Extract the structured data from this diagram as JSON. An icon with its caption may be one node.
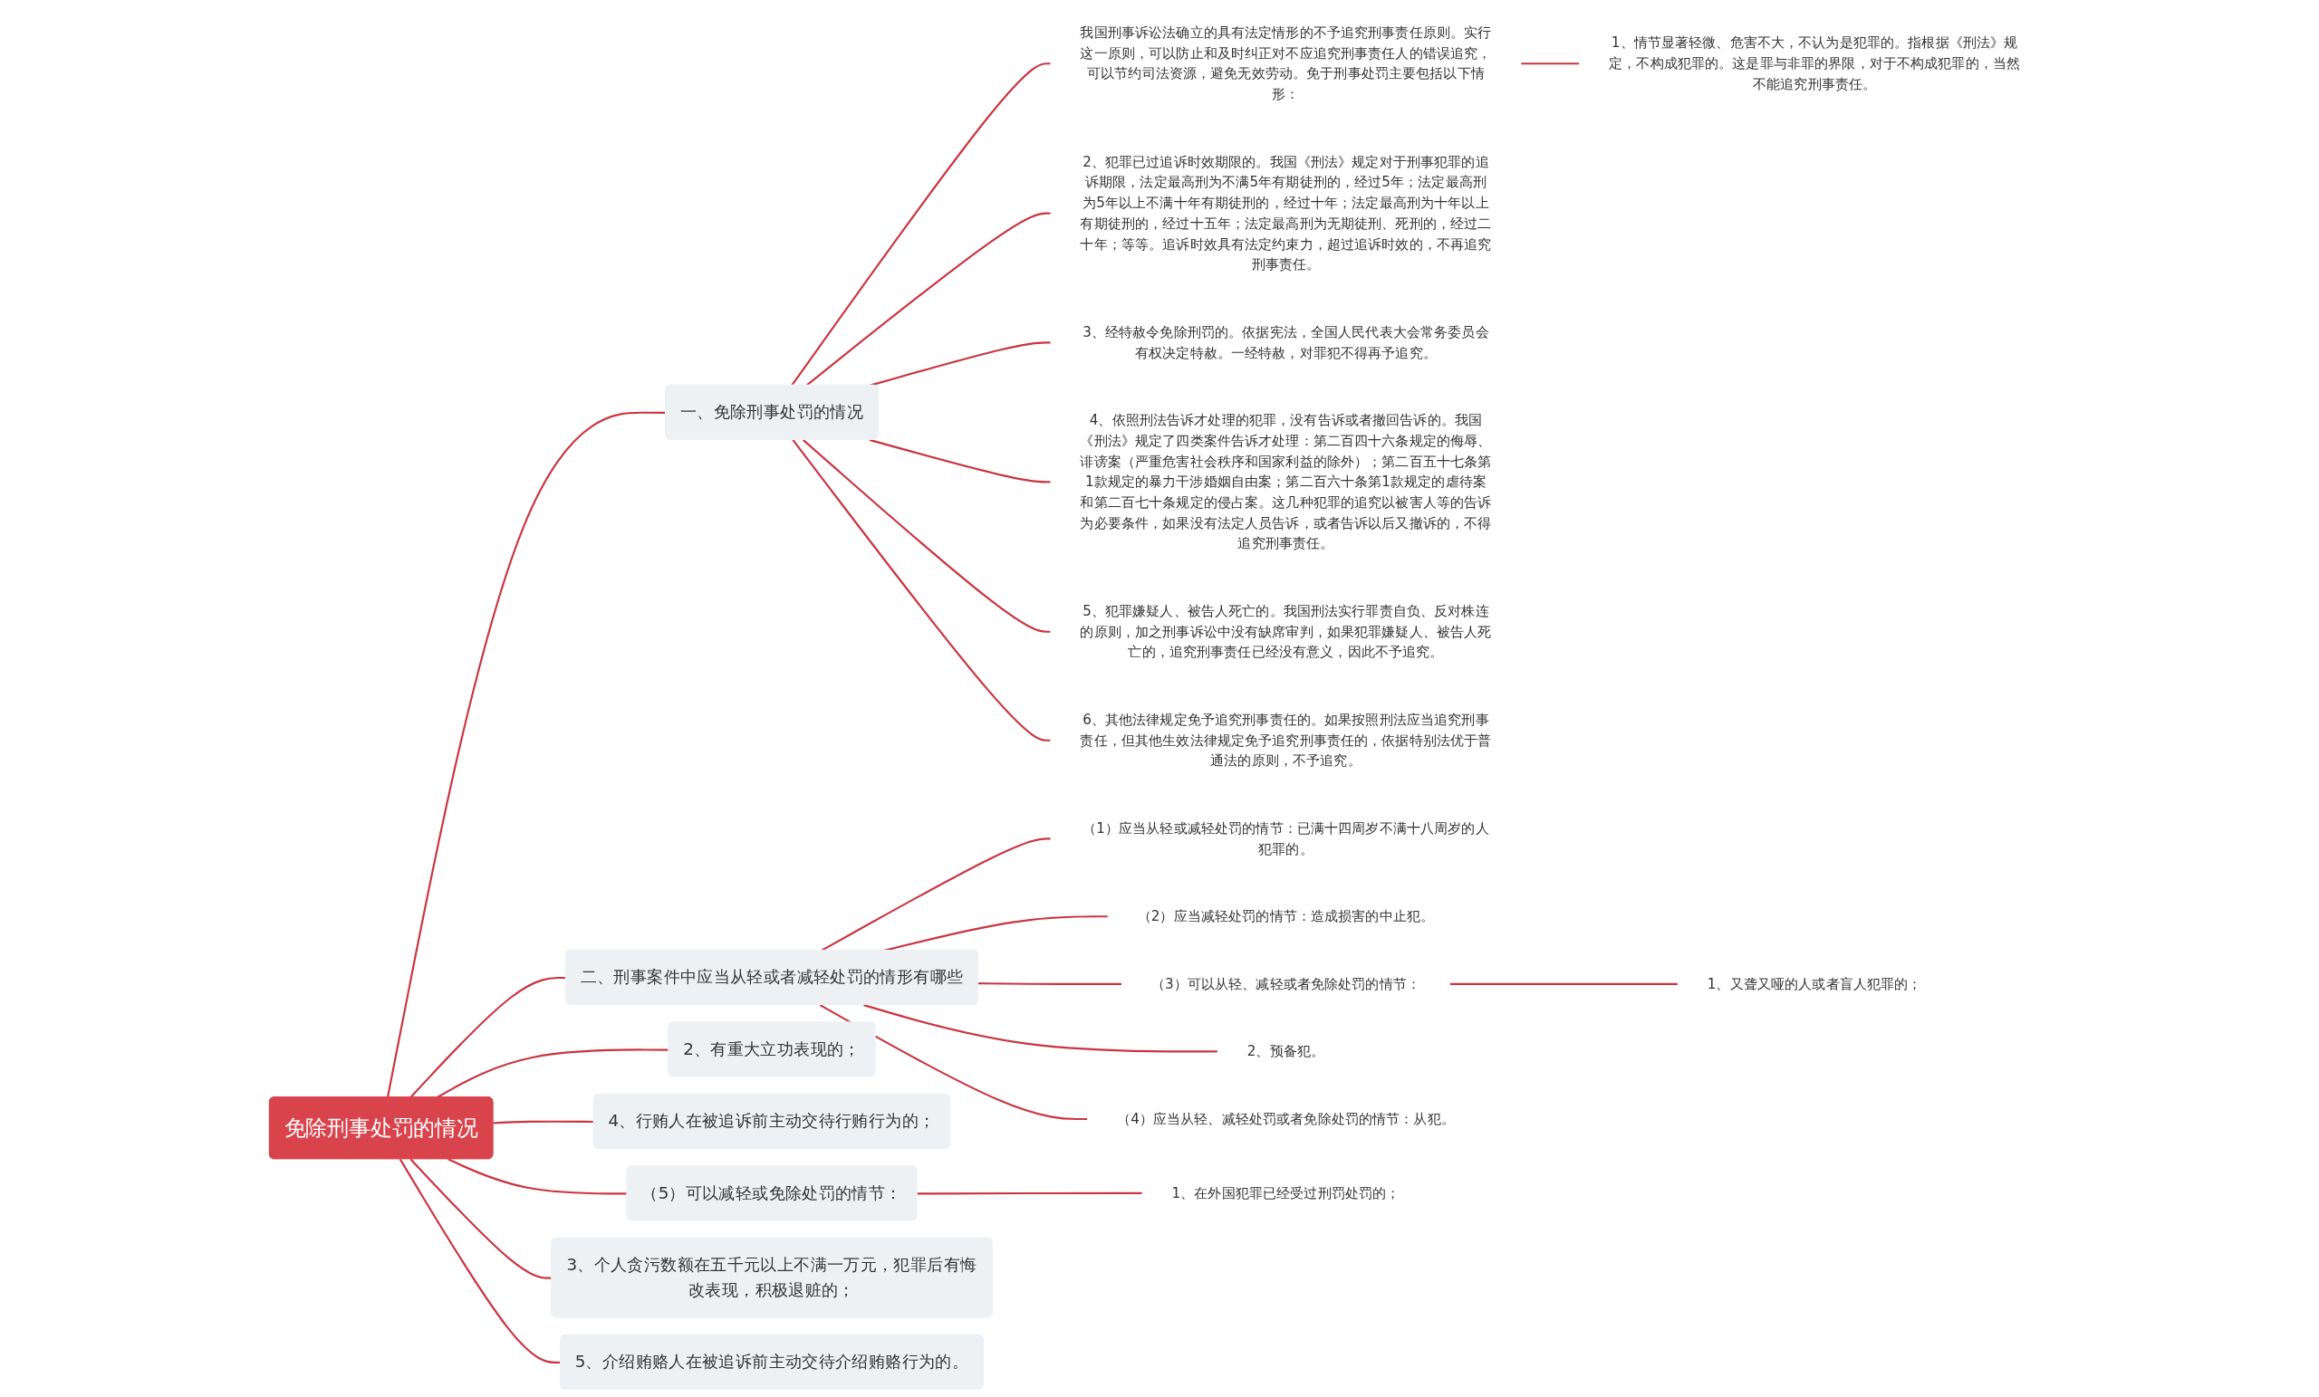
{
  "diagram": {
    "nodes": [
      {
        "text": [
          "免除刑事处罚的情况"
        ]
      },
      {
        "text": [
          "一、免除刑事处罚的情况"
        ]
      },
      {
        "text": [
          "我国刑事诉讼法确立的具有法定情形的不予追究刑事责任原则。实行这一原则，可以防止和及时纠正对不应追究刑事责任人的错误追究，可以节约司法资源，避免无效劳动。免于刑事处罚主要包括以下情形："
        ]
      },
      {
        "text": [
          "1、情节显著轻微、危害不大，不认为是犯罪的。指根据《刑法》规定，不构成犯罪的。这是罪与非罪的界限，对于不构成犯罪的，当然不能追究刑事责任。"
        ]
      },
      {
        "text": [
          "2、犯罪已过追诉时效期限的。我国《刑法》规定对于刑事犯罪的追诉期限，法定最高刑为不满5年有期徒刑的，经过5年；法定最高刑为5年以上不满十年有期徒刑的，经过十年；法定最高刑为十年以上有期徒刑的，经过十五年；法定最高刑为无期徒刑、死刑的，经过二十年；等等。追诉时效具有法定约束力，超过追诉时效的，不再追究刑事责任。"
        ]
      },
      {
        "text": [
          "3、经特赦令免除刑罚的。依据宪法，全国人民代表大会常务委员会有权决定特赦。一经特赦，对罪犯不得再予追究。"
        ]
      },
      {
        "text": [
          "4、依照刑法告诉才处理的犯罪，没有告诉或者撤回告诉的。我国《刑法》规定了四类案件告诉才处理：第二百四十六条规定的侮辱、诽谤案（严重危害社会秩序和国家利益的除外）；第二百五十七条第1款规定的暴力干涉婚姻自由案；第二百六十条第1款规定的虐待案和第二百七十条规定的侵占案。这几种犯罪的追究以被害人等的告诉为必要条件，如果没有法定人员告诉，或者告诉以后又撤诉的，不得追究刑事责任。"
        ]
      },
      {
        "text": [
          "5、犯罪嫌疑人、被告人死亡的。我国刑法实行罪责自负、反对株连的原则，加之刑事诉讼中没有缺席审判，如果犯罪嫌疑人、被告人死亡的，追究刑事责任已经没有意义，因此不予追究。"
        ]
      },
      {
        "text": [
          "6、其他法律规定免予追究刑事责任的。如果按照刑法应当追究刑事责任，但其他生效法律规定免予追究刑事责任的，依据特别法优于普通法的原则，不予追究。"
        ]
      },
      {
        "text": [
          "二、刑事案件中应当从轻或者减轻处罚的情形有哪些"
        ]
      },
      {
        "text": [
          "（1）应当从轻或减轻处罚的情节：已满十四周岁不满十八周岁的人犯罪的。"
        ]
      },
      {
        "text": [
          "（2）应当减轻处罚的情节：造成损害的中止犯。"
        ]
      },
      {
        "text": [
          "（3）可以从轻、减轻或者免除处罚的情节："
        ]
      },
      {
        "text": [
          "1、又聋又哑的人或者盲人犯罪的；"
        ]
      },
      {
        "text": [
          "2、预备犯。"
        ]
      },
      {
        "text": [
          "（4）应当从轻、减轻处罚或者免除处罚的情节：从犯。"
        ]
      },
      {
        "text": [
          "2、有重大立功表现的；"
        ]
      },
      {
        "text": [
          "4、行贿人在被追诉前主动交待行贿行为的；"
        ]
      },
      {
        "text": [
          "（5）可以减轻或免除处罚的情节："
        ]
      },
      {
        "text": [
          "1、在外国犯罪已经受过刑罚处罚的；"
        ]
      },
      {
        "text": [
          "3、个人贪污数额在五千元以上不满一万元，犯罪后有悔改表现，积极退赃的；"
        ]
      },
      {
        "text": [
          "5、介绍贿赂人在被追诉前主动交待介绍贿赂行为的。"
        ]
      }
    ],
    "edges": [
      {
        "from": 0,
        "to": 1,
        "arrow": "none"
      },
      {
        "from": 1,
        "to": 2,
        "arrow": "none"
      },
      {
        "from": 2,
        "to": 3,
        "arrow": "none"
      },
      {
        "from": 1,
        "to": 4,
        "arrow": "none"
      },
      {
        "from": 1,
        "to": 5,
        "arrow": "none"
      },
      {
        "from": 1,
        "to": 6,
        "arrow": "none"
      },
      {
        "from": 1,
        "to": 7,
        "arrow": "none"
      },
      {
        "from": 1,
        "to": 8,
        "arrow": "none"
      },
      {
        "from": 0,
        "to": 9,
        "arrow": "none"
      },
      {
        "from": 9,
        "to": 10,
        "arrow": "none"
      },
      {
        "from": 9,
        "to": 11,
        "arrow": "none"
      },
      {
        "from": 9,
        "to": 12,
        "arrow": "none"
      },
      {
        "from": 12,
        "to": 13,
        "arrow": "none"
      },
      {
        "from": 9,
        "to": 14,
        "arrow": "none"
      },
      {
        "from": 9,
        "to": 15,
        "arrow": "none"
      },
      {
        "from": 0,
        "to": 16,
        "arrow": "none"
      },
      {
        "from": 0,
        "to": 17,
        "arrow": "none"
      },
      {
        "from": 0,
        "to": 18,
        "arrow": "none"
      },
      {
        "from": 18,
        "to": 19,
        "arrow": "none"
      },
      {
        "from": 0,
        "to": 20,
        "arrow": "none"
      },
      {
        "from": 0,
        "to": 21,
        "arrow": "none"
      }
    ]
  }
}
